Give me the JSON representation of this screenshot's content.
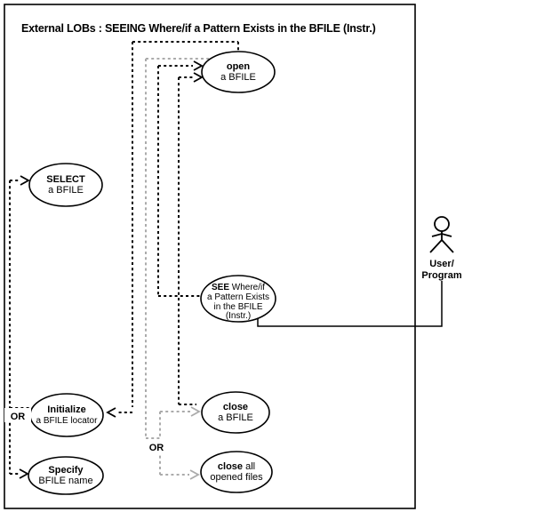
{
  "title": "External LOBs : SEEING Where/if a Pattern Exists in the BFILE (Instr.)",
  "actor": {
    "label_line1": "User/",
    "label_line2": "Program"
  },
  "or_labels": {
    "left": "OR",
    "right": "OR"
  },
  "use_cases": {
    "open": {
      "line1": "open",
      "line2": "a BFILE"
    },
    "select": {
      "line1": "SELECT",
      "line2": "a BFILE"
    },
    "see": {
      "line1_bold": "SEE",
      "line1_rest": " Where/if",
      "line2": "a Pattern Exists",
      "line3": "in the BFILE",
      "line4": "(Instr.)"
    },
    "initialize": {
      "line1": "Initialize",
      "line2": "a BFILE locator"
    },
    "specify": {
      "line1": "Specify",
      "line2": "BFILE name"
    },
    "close": {
      "line1": "close",
      "line2": "a BFILE"
    },
    "close_all": {
      "line1_bold": "close",
      "line1_rest": " all",
      "line2": "opened files"
    }
  },
  "colors": {
    "line": "#000000",
    "gray_line": "#ababab",
    "background": "#ffffff"
  }
}
